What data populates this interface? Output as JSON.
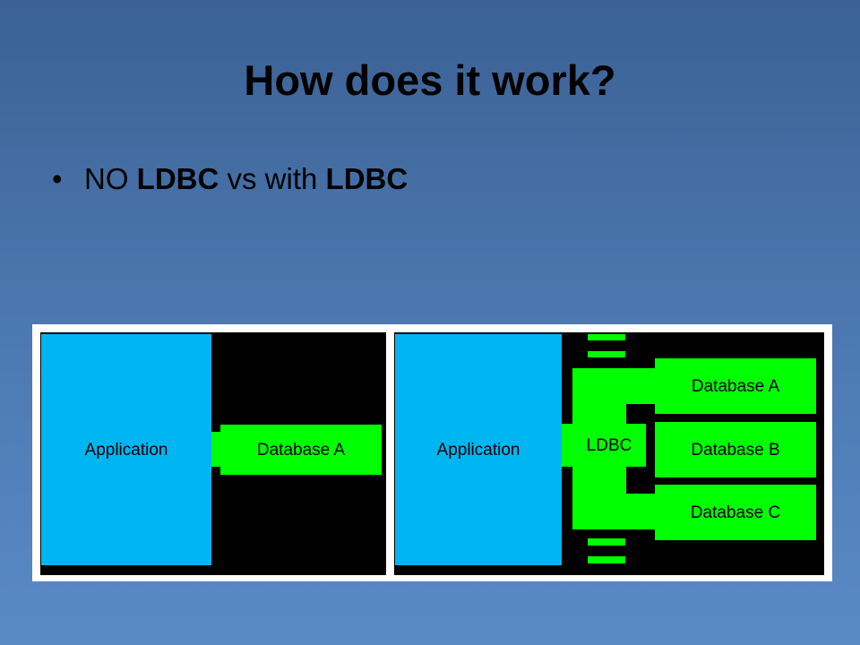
{
  "slide": {
    "title": "How does it work?",
    "bullet": {
      "marker": "•",
      "part1": "NO ",
      "part2": "LDBC",
      "part3": " vs with ",
      "part4": "LDBC"
    }
  },
  "left_diagram": {
    "application_label": "Application",
    "database_label": "Database A"
  },
  "right_diagram": {
    "application_label": "Application",
    "ldbc_label": "LDBC",
    "databases": [
      "Database A",
      "Database B",
      "Database C"
    ]
  },
  "colors": {
    "background_top": "#3b6195",
    "background_bottom": "#5a8ac6",
    "application_box": "#00b6f2",
    "connector_green": "#00ff00",
    "diagram_background": "#000000"
  }
}
